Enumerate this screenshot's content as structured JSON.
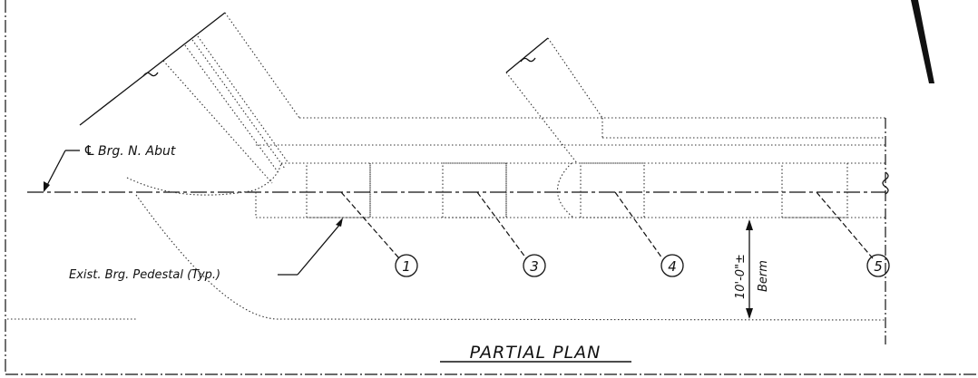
{
  "title": "PARTIAL PLAN",
  "labels": {
    "bearing_abutment": "Brg. N. Abut",
    "centerline_symbol": "℄",
    "pedestal": "Exist. Brg. Pedestal (Typ.)",
    "berm_dimension": "10'-0\"±",
    "berm": "Berm"
  },
  "callouts": [
    "1",
    "3",
    "4",
    "5"
  ]
}
